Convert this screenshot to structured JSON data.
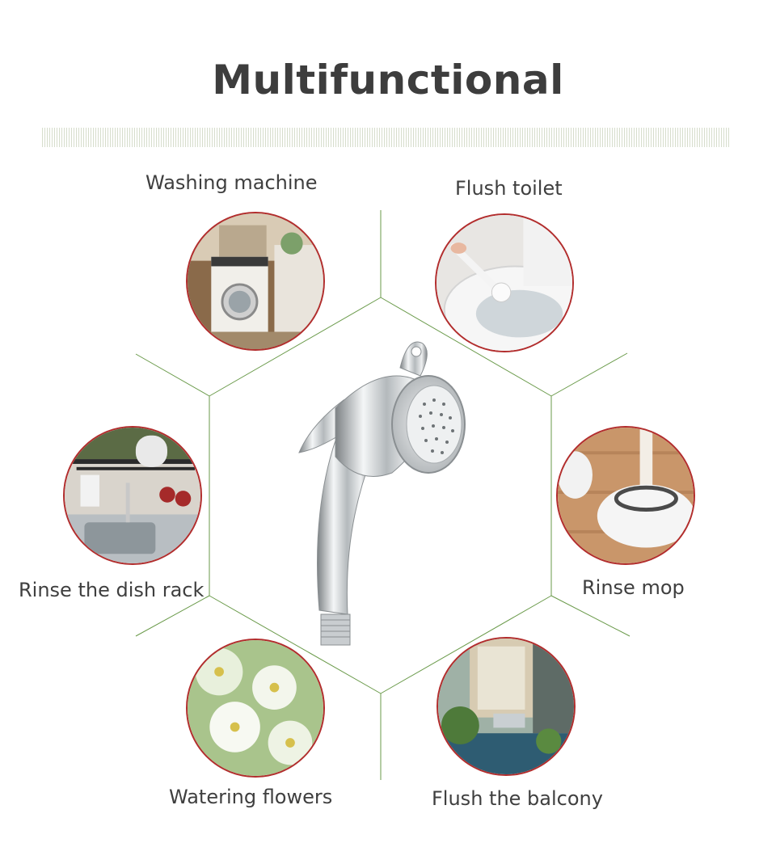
{
  "title": "Multifunctional",
  "colors": {
    "title": "#3d3d3d",
    "line": "#6a9a4a",
    "circle_border": "#b22d2d",
    "label": "#3f3f3f"
  },
  "uses": [
    {
      "label": "Washing machine",
      "icon": "washing-machine-photo"
    },
    {
      "label": "Flush toilet",
      "icon": "toilet-photo"
    },
    {
      "label": "Rinse the dish rack",
      "icon": "dish-rack-photo"
    },
    {
      "label": "Rinse mop",
      "icon": "mop-photo"
    },
    {
      "label": "Watering flowers",
      "icon": "flowers-photo"
    },
    {
      "label": "Flush the balcony",
      "icon": "balcony-photo"
    }
  ],
  "product": {
    "icon": "bidet-sprayer-head"
  }
}
